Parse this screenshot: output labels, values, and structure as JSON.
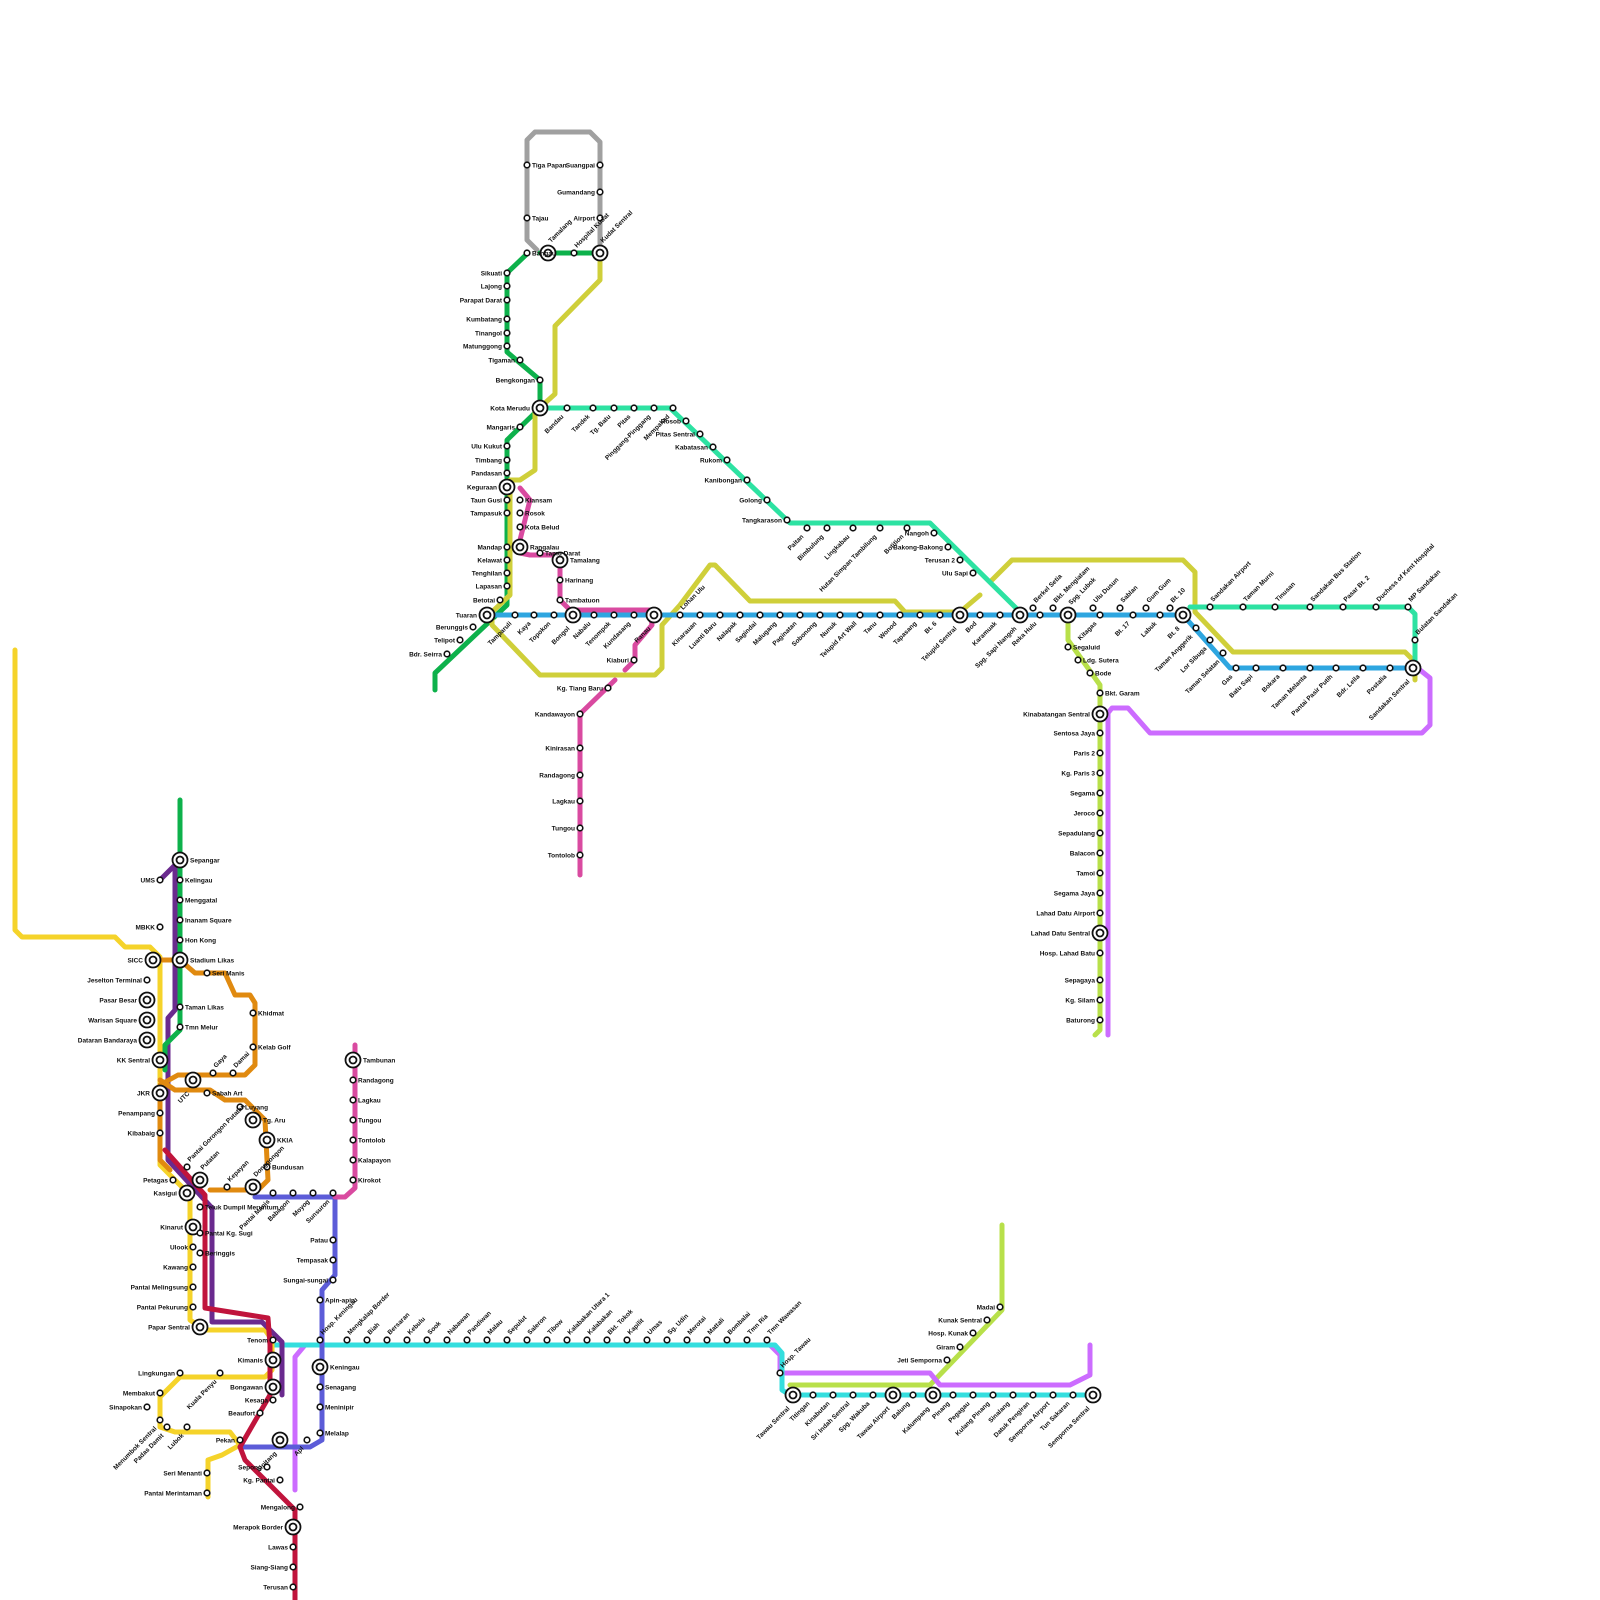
{
  "colors": {
    "green": "#0db14b",
    "grey": "#a0a0a0",
    "teal": "#2de2a2",
    "olive": "#cfcf3a",
    "blue": "#2ea6e0",
    "pink": "#d94aa0",
    "lime": "#b8e04a",
    "purple": "#cc6cff",
    "cyan": "#34dede",
    "yellow": "#f5d32a",
    "darkpurple": "#6a2a8e",
    "orange": "#e08a10",
    "indigo": "#5c5cd8",
    "crimson": "#c0143c",
    "magenta": "#d94aa0"
  },
  "stations": [
    {
      "name": "Tiga Papan"
    },
    {
      "name": "Tajau"
    },
    {
      "name": "Bangau"
    },
    {
      "name": "Tamalang"
    },
    {
      "name": "Hospital Kudat"
    },
    {
      "name": "Kudat Sentral"
    },
    {
      "name": "Airport"
    },
    {
      "name": "Gumandang"
    },
    {
      "name": "Suangpai"
    },
    {
      "name": "Sikuati"
    },
    {
      "name": "Lajong"
    },
    {
      "name": "Parapat Darat"
    },
    {
      "name": "Kumbatang"
    },
    {
      "name": "Tinangol"
    },
    {
      "name": "Matunggong"
    },
    {
      "name": "Tigaman"
    },
    {
      "name": "Bengkongan"
    },
    {
      "name": "Kota Merudu"
    },
    {
      "name": "Mangaris"
    },
    {
      "name": "Ulu Kukut"
    },
    {
      "name": "Timbang"
    },
    {
      "name": "Pandasan"
    },
    {
      "name": "Keguraan"
    },
    {
      "name": "Taun Gusi"
    },
    {
      "name": "Tampasuk"
    },
    {
      "name": "Mandap"
    },
    {
      "name": "Kelawat"
    },
    {
      "name": "Tenghilan"
    },
    {
      "name": "Lapasan"
    },
    {
      "name": "Betotai"
    },
    {
      "name": "Tuaran"
    },
    {
      "name": "Berunggis"
    },
    {
      "name": "Telipot"
    },
    {
      "name": "Bdr. Seirra"
    },
    {
      "name": "Bandau"
    },
    {
      "name": "Tandek"
    },
    {
      "name": "Tg. Batu"
    },
    {
      "name": "Pitas"
    },
    {
      "name": "Pinggang-Pinggang"
    },
    {
      "name": "Mempakad"
    },
    {
      "name": "Rosob"
    },
    {
      "name": "Pitas Sentral"
    },
    {
      "name": "Kabatasan"
    },
    {
      "name": "Rukom"
    },
    {
      "name": "Kanibongan"
    },
    {
      "name": "Golong"
    },
    {
      "name": "Tangkarason"
    },
    {
      "name": "Paitan"
    },
    {
      "name": "Bimbulung"
    },
    {
      "name": "Lingkabau"
    },
    {
      "name": "Hutan Simpan Tambilung"
    },
    {
      "name": "Botition"
    },
    {
      "name": "Nangoh"
    },
    {
      "name": "Bakong-Bakong"
    },
    {
      "name": "Terusan 2"
    },
    {
      "name": "Ulu Sapi"
    },
    {
      "name": "Kiansam"
    },
    {
      "name": "Rosok"
    },
    {
      "name": "Kota Belud"
    },
    {
      "name": "Rangalau"
    },
    {
      "name": "Tamu Darat"
    },
    {
      "name": "Tamalang"
    },
    {
      "name": "Harinang"
    },
    {
      "name": "Tambatuon"
    },
    {
      "name": "Tamparuli"
    },
    {
      "name": "Kaya"
    },
    {
      "name": "Topokon"
    },
    {
      "name": "Bongol"
    },
    {
      "name": "Nabalu"
    },
    {
      "name": "Tenompok"
    },
    {
      "name": "Kundasang"
    },
    {
      "name": "Ranau"
    },
    {
      "name": "Kiaburi"
    },
    {
      "name": "Kg. Tiang Baru"
    },
    {
      "name": "Kandawayon"
    },
    {
      "name": "Kinirasan"
    },
    {
      "name": "Randagong"
    },
    {
      "name": "Lagkau"
    },
    {
      "name": "Tungou"
    },
    {
      "name": "Tontolob"
    },
    {
      "name": "Lohan Ulu"
    },
    {
      "name": "Kinarauan"
    },
    {
      "name": "Luanti Baru"
    },
    {
      "name": "Nalapak"
    },
    {
      "name": "Sagindai"
    },
    {
      "name": "Malugang"
    },
    {
      "name": "Paginatan"
    },
    {
      "name": "Sobonong"
    },
    {
      "name": "Nunuk"
    },
    {
      "name": "Telupid Art Wall"
    },
    {
      "name": "Tanu"
    },
    {
      "name": "Wonod"
    },
    {
      "name": "Tapasang"
    },
    {
      "name": "Bt. 6"
    },
    {
      "name": "Telupid Sentral"
    },
    {
      "name": "Bod"
    },
    {
      "name": "Karamuak"
    },
    {
      "name": "Spg. Sapi Nangoh"
    },
    {
      "name": "Reka Hulu"
    },
    {
      "name": "Berkel Setia"
    },
    {
      "name": "Bkt. Mengiatam"
    },
    {
      "name": "Spg. Lubok"
    },
    {
      "name": "Ulu Dusun"
    },
    {
      "name": "Kitagas"
    },
    {
      "name": "Sablan"
    },
    {
      "name": "Bt. 17"
    },
    {
      "name": "Gum Gum"
    },
    {
      "name": "Labuk"
    },
    {
      "name": "Bt. 10"
    },
    {
      "name": "Bt. 8"
    },
    {
      "name": "Sandakan Airport"
    },
    {
      "name": "Taman Murni"
    },
    {
      "name": "Tinusan"
    },
    {
      "name": "Sandakan Bus Station"
    },
    {
      "name": "Pasar Bt. 2"
    },
    {
      "name": "Duchess of Kent Hospital"
    },
    {
      "name": "MP Sandakan"
    },
    {
      "name": "Bulatan Sandakan"
    },
    {
      "name": "Sandakan Sentral"
    },
    {
      "name": "Taman Anggerik"
    },
    {
      "name": "Lor Sibuga"
    },
    {
      "name": "Taman Selatan"
    },
    {
      "name": "Gas"
    },
    {
      "name": "Batu Sapi"
    },
    {
      "name": "Bokara"
    },
    {
      "name": "Taman Melanta"
    },
    {
      "name": "Pantai Pasir Putih"
    },
    {
      "name": "Bdr. Leila"
    },
    {
      "name": "Postalia"
    },
    {
      "name": "Segaluid"
    },
    {
      "name": "Ldg. Sutera"
    },
    {
      "name": "Bode"
    },
    {
      "name": "Bkt. Garam"
    },
    {
      "name": "Kinabatangan Sentral"
    },
    {
      "name": "Sentosa Jaya"
    },
    {
      "name": "Paris 2"
    },
    {
      "name": "Kg. Paris 3"
    },
    {
      "name": "Segama"
    },
    {
      "name": "Jeroco"
    },
    {
      "name": "Sepadulang"
    },
    {
      "name": "Balacon"
    },
    {
      "name": "Tamoi"
    },
    {
      "name": "Segama Jaya"
    },
    {
      "name": "Lahad Datu Airport"
    },
    {
      "name": "Lahad Datu Sentral"
    },
    {
      "name": "Hosp. Lahad Batu"
    },
    {
      "name": "Sepagaya"
    },
    {
      "name": "Kg. Silam"
    },
    {
      "name": "Baturong"
    },
    {
      "name": "Sepangar"
    },
    {
      "name": "UMS"
    },
    {
      "name": "Kelingau"
    },
    {
      "name": "Menggatal"
    },
    {
      "name": "Inanam Square"
    },
    {
      "name": "Hon Kong"
    },
    {
      "name": "MBKK"
    },
    {
      "name": "SICC"
    },
    {
      "name": "Stadium Likas"
    },
    {
      "name": "Jeselton Terminal"
    },
    {
      "name": "Seri Manis"
    },
    {
      "name": "Pasar Besar"
    },
    {
      "name": "Warisan Square"
    },
    {
      "name": "Taman Likas"
    },
    {
      "name": "Khidmat"
    },
    {
      "name": "Tmn Melur"
    },
    {
      "name": "Dataran Bandaraya"
    },
    {
      "name": "Kelab Golf"
    },
    {
      "name": "KK Sentral"
    },
    {
      "name": "Gaya"
    },
    {
      "name": "Damai"
    },
    {
      "name": "UTC"
    },
    {
      "name": "JKR"
    },
    {
      "name": "Sabah Art"
    },
    {
      "name": "Luyang"
    },
    {
      "name": "Tg. Aru"
    },
    {
      "name": "Penampang"
    },
    {
      "name": "KKIA"
    },
    {
      "name": "Bundusan"
    },
    {
      "name": "Kibabaig"
    },
    {
      "name": "Pantai Gorongon Putatan"
    },
    {
      "name": "Petagas"
    },
    {
      "name": "Putatan"
    },
    {
      "name": "Kepayan"
    },
    {
      "name": "Donggongon"
    },
    {
      "name": "Kasigui"
    },
    {
      "name": "Teluk Dumpil Meruntum"
    },
    {
      "name": "Kinarut"
    },
    {
      "name": "Pantai Kg. Sugi"
    },
    {
      "name": "Ulook"
    },
    {
      "name": "Beringgis"
    },
    {
      "name": "Kawang"
    },
    {
      "name": "Pantai Melingsung"
    },
    {
      "name": "Pantai Pekurung"
    },
    {
      "name": "Papar Sentral"
    },
    {
      "name": "Pantai Manis"
    },
    {
      "name": "Babagon"
    },
    {
      "name": "Moyog"
    },
    {
      "name": "Sunsuron"
    },
    {
      "name": "Tambunan"
    },
    {
      "name": "Randagong"
    },
    {
      "name": "Lagkau"
    },
    {
      "name": "Tungou"
    },
    {
      "name": "Tontolob"
    },
    {
      "name": "Kalapayon"
    },
    {
      "name": "Kirokot"
    },
    {
      "name": "Patau"
    },
    {
      "name": "Tempasak"
    },
    {
      "name": "Sungai-sungai"
    },
    {
      "name": "Apin-apin"
    },
    {
      "name": "Hosp. Keningau"
    },
    {
      "name": "Keningau"
    },
    {
      "name": "Senagang"
    },
    {
      "name": "Meninipir"
    },
    {
      "name": "Melalap"
    },
    {
      "name": "Tenom"
    },
    {
      "name": "Kimanis"
    },
    {
      "name": "Bongawan"
    },
    {
      "name": "Kesaga"
    },
    {
      "name": "Beaufort"
    },
    {
      "name": "Lingkungan"
    },
    {
      "name": "Kuala Penyu"
    },
    {
      "name": "Membakut"
    },
    {
      "name": "Sinapokan"
    },
    {
      "name": "Menumbok Sentral"
    },
    {
      "name": "Padas Damit"
    },
    {
      "name": "Lubok"
    },
    {
      "name": "Pekan"
    },
    {
      "name": "Sipitang"
    },
    {
      "name": "Apl"
    },
    {
      "name": "Sepong"
    },
    {
      "name": "Kg. Pantai"
    },
    {
      "name": "Seri Menanti"
    },
    {
      "name": "Pantai Merintaman"
    },
    {
      "name": "Mengalong"
    },
    {
      "name": "Merapok Border"
    },
    {
      "name": "Lawas"
    },
    {
      "name": "Siang-Siang"
    },
    {
      "name": "Terusan"
    },
    {
      "name": "Mengkalap Border"
    },
    {
      "name": "Biah"
    },
    {
      "name": "Bersaran"
    },
    {
      "name": "Kebulu"
    },
    {
      "name": "Sook"
    },
    {
      "name": "Nabawan"
    },
    {
      "name": "Pandiwan"
    },
    {
      "name": "Malau"
    },
    {
      "name": "Sepulut"
    },
    {
      "name": "Saleron"
    },
    {
      "name": "Tibow"
    },
    {
      "name": "Kalabakan Utara 1"
    },
    {
      "name": "Kalabakan"
    },
    {
      "name": "Bkt. Tokok"
    },
    {
      "name": "Kapilit"
    },
    {
      "name": "Umas"
    },
    {
      "name": "Sg. Udin"
    },
    {
      "name": "Merotai"
    },
    {
      "name": "Mattali"
    },
    {
      "name": "Bombalai"
    },
    {
      "name": "Tmn Ria"
    },
    {
      "name": "Tmn Wawasan"
    },
    {
      "name": "Hosp. Tawau"
    },
    {
      "name": "Tawau Sentral"
    },
    {
      "name": "Titingan"
    },
    {
      "name": "Kinabutan"
    },
    {
      "name": "Sri Indah Sentral"
    },
    {
      "name": "Spg. Wakuba"
    },
    {
      "name": "Tawau Airport"
    },
    {
      "name": "Balung"
    },
    {
      "name": "Kalumpang"
    },
    {
      "name": "Pinang"
    },
    {
      "name": "Pegagau"
    },
    {
      "name": "Kulang Pinang"
    },
    {
      "name": "Sinalang"
    },
    {
      "name": "Datuk Pengiran"
    },
    {
      "name": "Semporna Airport"
    },
    {
      "name": "Tun Sakaran"
    },
    {
      "name": "Semporna Sentral"
    },
    {
      "name": "Jeti Semporna"
    },
    {
      "name": "Giram"
    },
    {
      "name": "Hosp. Kunak"
    },
    {
      "name": "Kunak Sentral"
    },
    {
      "name": "Madai"
    },
    {
      "name": "Baturong"
    }
  ]
}
